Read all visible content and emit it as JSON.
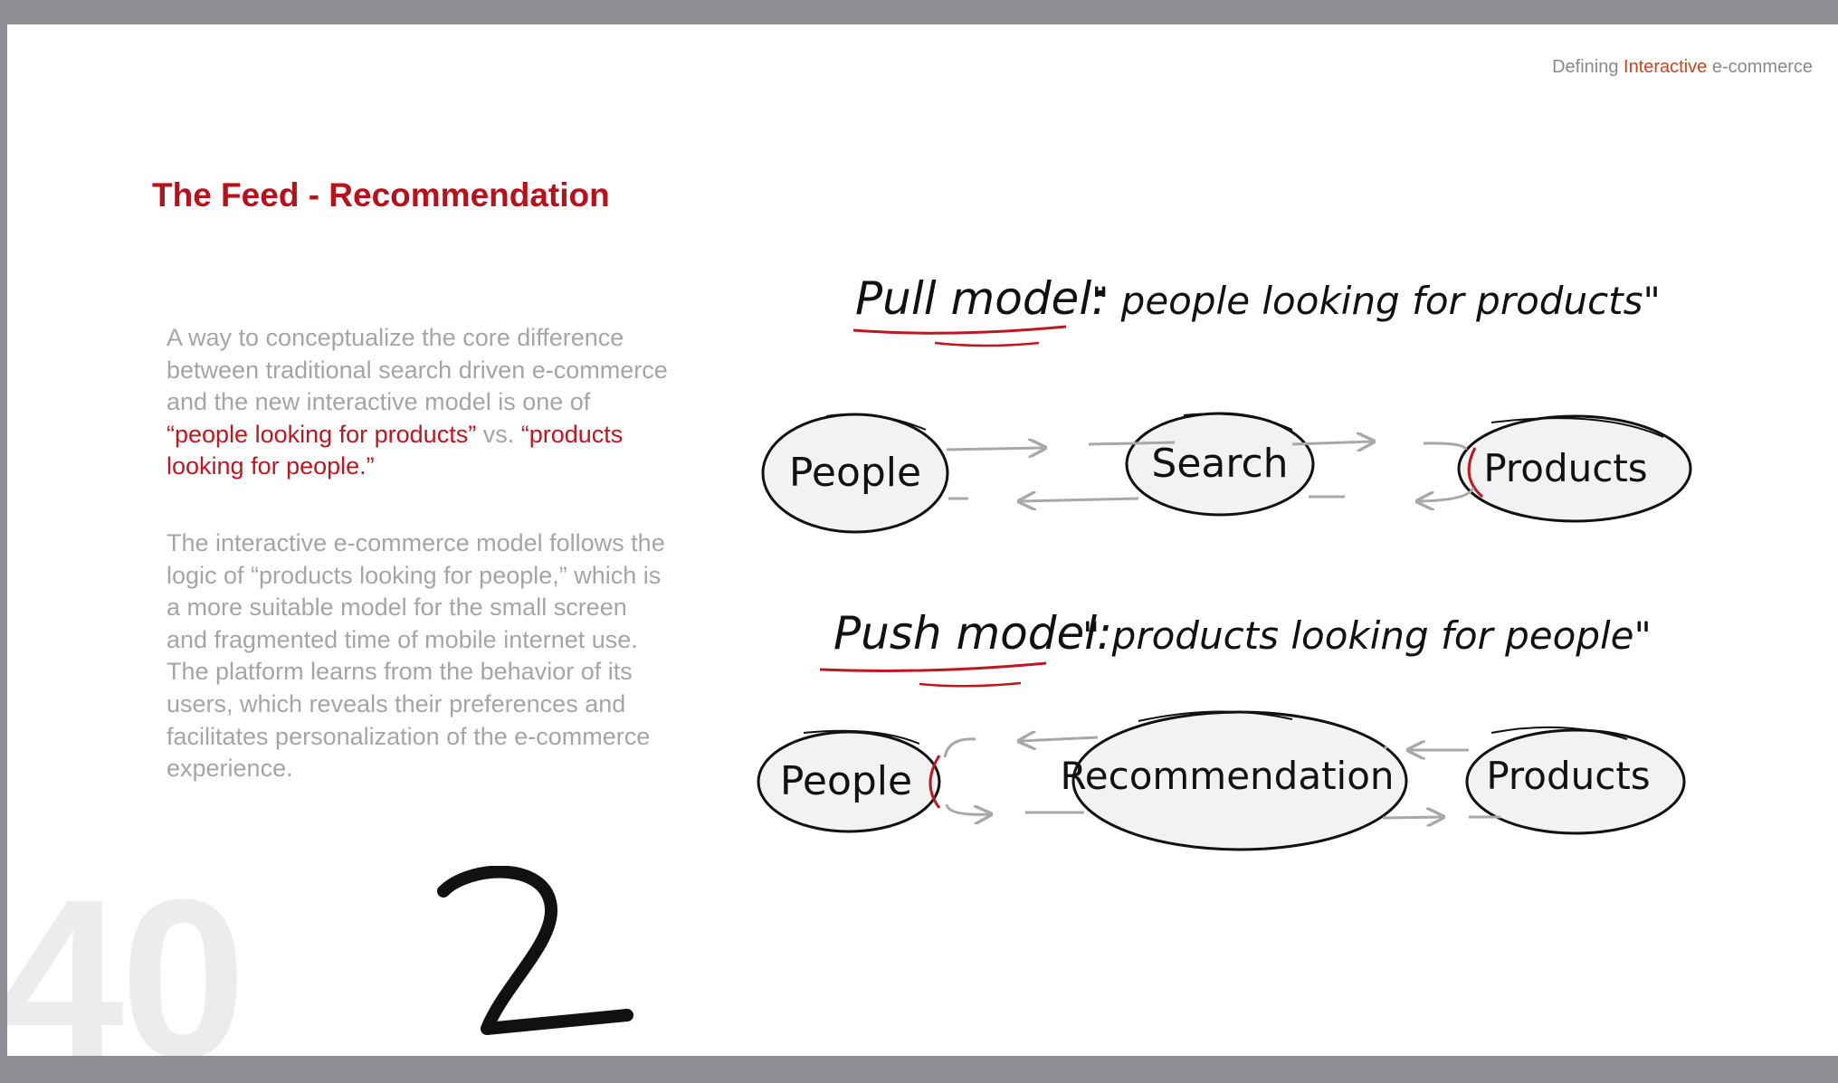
{
  "header": {
    "prefix": "Defining",
    "accent": "Interactive",
    "suffix": "e-commerce"
  },
  "title": "The Feed - Recommendation",
  "paragraph1": {
    "text_start": "A way to conceptualize the core difference between traditional search driven e-commerce and the new interactive model is one of ",
    "highlight1": "“people looking for products”",
    "middle": " vs. ",
    "highlight2": "“products looking for people.”"
  },
  "paragraph2": "The interactive e-commerce model follows the logic of “products looking for people,” which is a more suitable model for the small screen and fragmented time of mobile internet use. The platform learns from the behavior of its users, which reveals their preferences and facilitates personalization of the e-commerce experience.",
  "page_number": "40",
  "handwritten_digit": "2",
  "diagram": {
    "pull": {
      "heading": "Pull model:",
      "quote": "\" people  looking  for  products\"",
      "nodes": [
        "People",
        "Search",
        "Products"
      ]
    },
    "push": {
      "heading": "Push model:",
      "quote": "\" products   looking   for  people\"",
      "nodes": [
        "People",
        "Recommendation",
        "Products"
      ]
    }
  },
  "colors": {
    "title_red": "#b8111b",
    "accent_orange": "#d2421b",
    "body_gray": "#a5a5a5",
    "arrow_gray": "#a8a8a8",
    "ink": "#111111"
  }
}
